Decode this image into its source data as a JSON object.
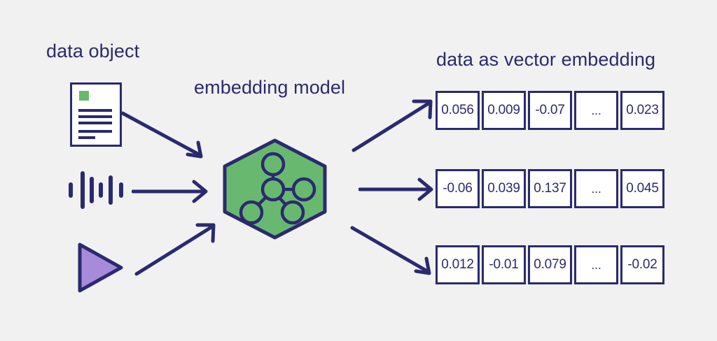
{
  "diagram": {
    "title_left": "data object",
    "title_center": "embedding model",
    "title_right": "data as vector embedding",
    "background_color": "#f1f1f1",
    "accent_navy": "#2b2a6e",
    "accent_green": "#68b96f",
    "accent_purple": "#a78bdb"
  },
  "inputs": [
    {
      "name": "document",
      "icon": "document-icon"
    },
    {
      "name": "audio",
      "icon": "audio-waveform-icon"
    },
    {
      "name": "video",
      "icon": "play-triangle-icon"
    }
  ],
  "model": {
    "shape": "hexagon",
    "icon": "neural-network-icon",
    "fill_color": "#68b96f",
    "stroke_color": "#2b2a6e"
  },
  "arrows": [
    {
      "name": "document-to-model",
      "direction": "down-right"
    },
    {
      "name": "audio-to-model",
      "direction": "right"
    },
    {
      "name": "video-to-model",
      "direction": "up-right"
    },
    {
      "name": "model-to-vector-1",
      "direction": "up-right"
    },
    {
      "name": "model-to-vector-2",
      "direction": "right"
    },
    {
      "name": "model-to-vector-3",
      "direction": "down-right"
    }
  ],
  "chart_data": {
    "type": "table",
    "title": "data as vector embedding",
    "rows": [
      [
        "0.056",
        "0.009",
        "-0.07",
        "...",
        "0.023"
      ],
      [
        "-0.06",
        "0.039",
        "0.137",
        "...",
        "0.045"
      ],
      [
        "0.012",
        "-0.01",
        "0.079",
        "...",
        "-0.02"
      ]
    ]
  }
}
